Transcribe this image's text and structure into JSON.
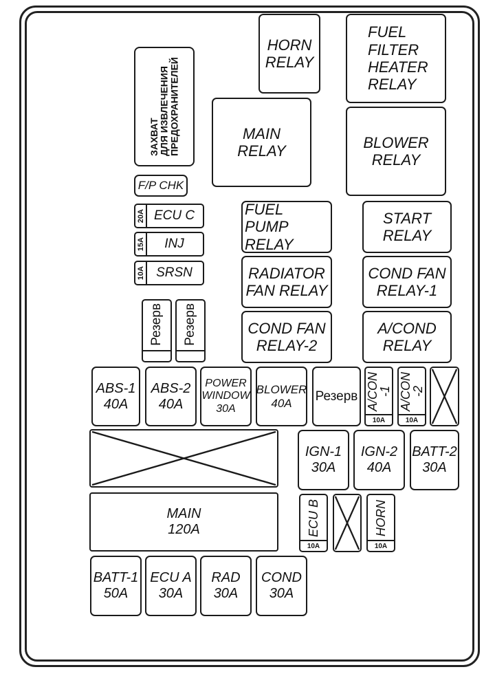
{
  "relays": {
    "horn": "HORN\nRELAY",
    "fuel_filter_heater": "FUEL\nFILTER\nHEATER\nRELAY",
    "main": "MAIN\nRELAY",
    "blower": "BLOWER\nRELAY",
    "fuel_pump": "FUEL PUMP\nRELAY",
    "start": "START\nRELAY",
    "radiator_fan": "RADIATOR\nFAN RELAY",
    "cond_fan_1": "COND FAN\nRELAY-1",
    "cond_fan_2": "COND FAN\nRELAY-2",
    "acond": "A/COND\nRELAY"
  },
  "puller": "ЗАХВАТ\nДЛЯ ИЗВЛЕЧЕНИЯ\nПРЕДОХРАНИТЕЛЕЙ",
  "fp_chk": "F/P CHK",
  "small_fuses": [
    {
      "rating": "20A",
      "label": "ECU C"
    },
    {
      "rating": "15A",
      "label": "INJ"
    },
    {
      "rating": "10A",
      "label": "SRSN"
    }
  ],
  "spares": [
    "Резерв",
    "Резерв"
  ],
  "fusible_links": {
    "abs1": "ABS-1\n40A",
    "abs2": "ABS-2\n40A",
    "power_window": "POWER\nWINDOW\n30A",
    "blower": "BLOWER\n40A",
    "spare": "Резерв",
    "ign1": "IGN-1\n30A",
    "ign2": "IGN-2\n40A",
    "batt2": "BATT-2\n30A",
    "main": "MAIN\n120A",
    "batt1": "BATT-1\n50A",
    "ecua": "ECU A\n30A",
    "rad": "RAD\n30A",
    "cond": "COND\n30A"
  },
  "mini_fuses": {
    "acon1": {
      "label": "A/CON\n-1",
      "rating": "10A"
    },
    "acon2": {
      "label": "A/CON\n-2",
      "rating": "10A"
    },
    "ecub": {
      "label": "ECU B",
      "rating": "10A"
    },
    "horn": {
      "label": "HORN",
      "rating": "10A"
    }
  }
}
